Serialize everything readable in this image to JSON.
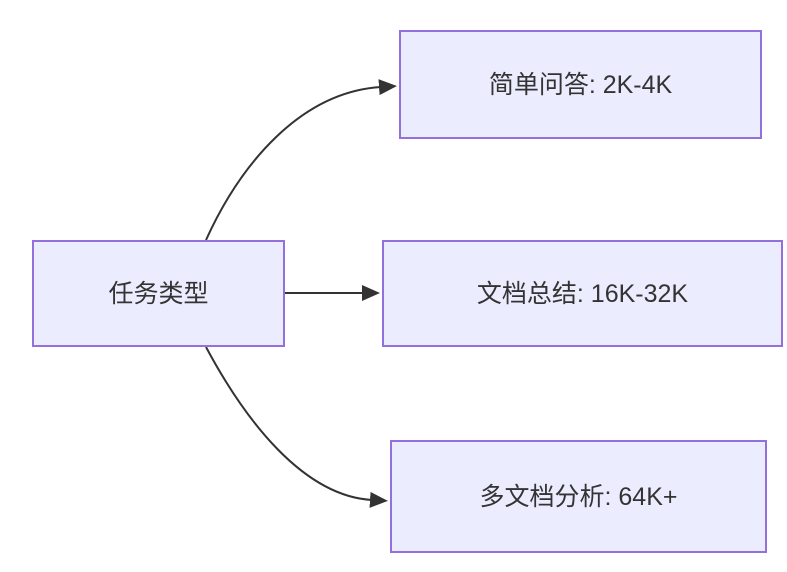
{
  "diagram": {
    "type": "flowchart-LR",
    "root": {
      "id": "task-type",
      "label": "任务类型"
    },
    "children": [
      {
        "id": "simple-qa",
        "label": "简单问答: 2K-4K"
      },
      {
        "id": "doc-summary",
        "label": "文档总结: 16K-32K"
      },
      {
        "id": "multi-doc",
        "label": "多文档分析: 64K+"
      }
    ],
    "edges": [
      {
        "from": "任务类型",
        "to": "简单问答: 2K-4K",
        "arrow": "curved-up"
      },
      {
        "from": "任务类型",
        "to": "文档总结: 16K-32K",
        "arrow": "straight"
      },
      {
        "from": "任务类型",
        "to": "多文档分析: 64K+",
        "arrow": "curved-down"
      }
    ]
  },
  "colors": {
    "node_fill": "#ECECFF",
    "node_stroke": "#9370DB",
    "node_text": "#333333",
    "edge_stroke": "#333333",
    "background": "#FFFFFF"
  }
}
